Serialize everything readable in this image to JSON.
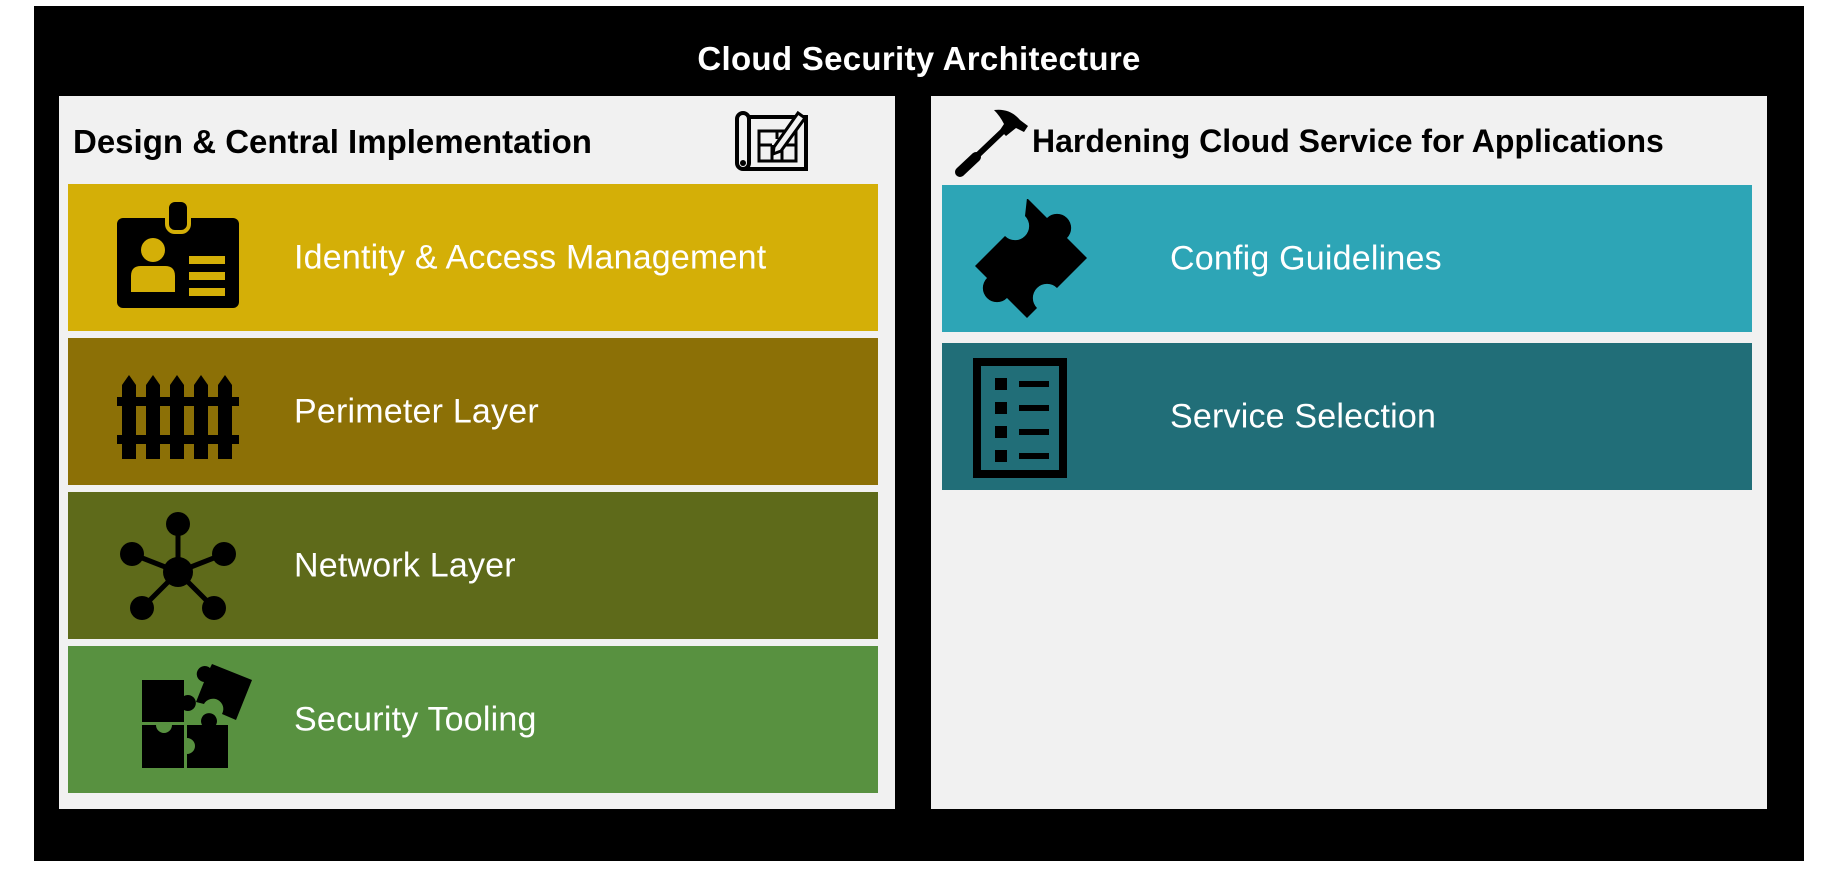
{
  "title": "Cloud Security Architecture",
  "colors": {
    "frame": "#000000",
    "panel_bg": "#F1F1F1",
    "text_on_rows": "#FFFFFF"
  },
  "left_panel": {
    "heading": "Design & Central Implementation",
    "heading_icon": "blueprint-icon",
    "items": [
      {
        "label": "Identity & Access Management",
        "icon": "id-badge-icon",
        "color": "#D4AF07"
      },
      {
        "label": "Perimeter Layer",
        "icon": "fence-icon",
        "color": "#8C7006"
      },
      {
        "label": "Network Layer",
        "icon": "network-icon",
        "color": "#5E6A1A"
      },
      {
        "label": "Security Tooling",
        "icon": "puzzle-pieces-icon",
        "color": "#589140"
      }
    ]
  },
  "right_panel": {
    "heading": "Hardening Cloud Service for Applications",
    "heading_icon": "hammer-icon",
    "items": [
      {
        "label": "Config Guidelines",
        "icon": "puzzle-piece-icon",
        "color": "#2DA5B6"
      },
      {
        "label": "Service Selection",
        "icon": "checklist-icon",
        "color": "#216E78"
      }
    ]
  }
}
